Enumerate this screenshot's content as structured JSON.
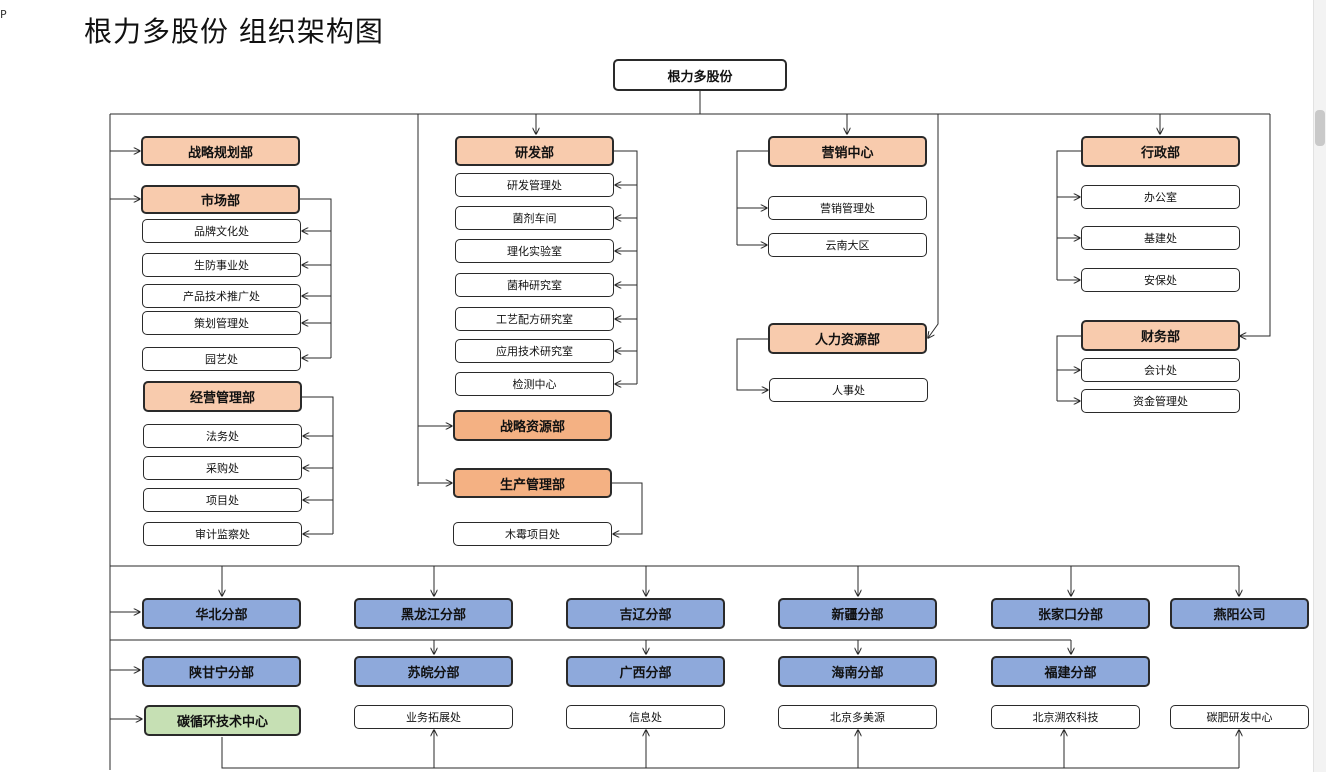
{
  "title": "根力多股份 组织架构图",
  "corner_mark": "P",
  "colors": {
    "department": "#f8cbad",
    "department_dark": "#f4b183",
    "branch": "#8ea9db",
    "center": "#c6e0b4",
    "line": "#2a2a2a"
  },
  "root": "根力多股份",
  "departments": {
    "strategy_planning": "战略规划部",
    "marketing": {
      "name": "市场部",
      "offices": [
        "品牌文化处",
        "生防事业处",
        "产品技术推广处",
        "策划管理处",
        "园艺处"
      ]
    },
    "operations": {
      "name": "经营管理部",
      "offices": [
        "法务处",
        "采购处",
        "项目处",
        "审计监察处"
      ]
    },
    "rnd": {
      "name": "研发部",
      "offices": [
        "研发管理处",
        "菌剂车间",
        "理化实验室",
        "菌种研究室",
        "工艺配方研究室",
        "应用技术研究室",
        "检测中心"
      ]
    },
    "strategic_resources": "战略资源部",
    "production": {
      "name": "生产管理部",
      "offices": [
        "木霉项目处"
      ]
    },
    "sales_center": {
      "name": "营销中心",
      "offices": [
        "营销管理处",
        "云南大区"
      ]
    },
    "hr": {
      "name": "人力资源部",
      "offices": [
        "人事处"
      ]
    },
    "admin": {
      "name": "行政部",
      "offices": [
        "办公室",
        "基建处",
        "安保处"
      ]
    },
    "finance": {
      "name": "财务部",
      "offices": [
        "会计处",
        "资金管理处"
      ]
    }
  },
  "branches_row1": [
    "华北分部",
    "黑龙江分部",
    "吉辽分部",
    "新疆分部",
    "张家口分部",
    "燕阳公司"
  ],
  "branches_row2": [
    "陕甘宁分部",
    "苏皖分部",
    "广西分部",
    "海南分部",
    "福建分部"
  ],
  "center": "碳循环技术中心",
  "bottom_offices": [
    "业务拓展处",
    "信息处",
    "北京多美源",
    "北京溯农科技",
    "碳肥研发中心"
  ]
}
